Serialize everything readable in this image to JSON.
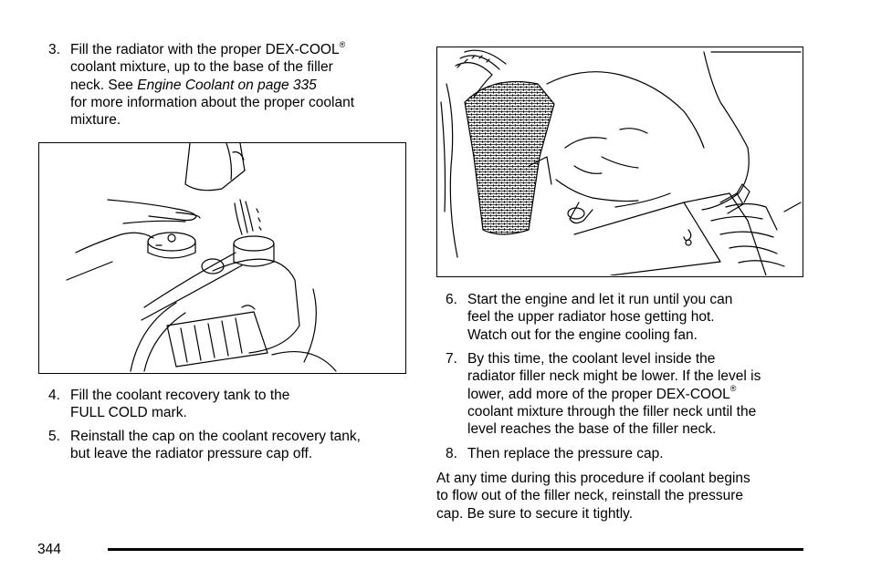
{
  "steps": {
    "s3": {
      "num": "3.",
      "l1": "Fill the radiator with the proper DEX-COOL",
      "reg": "®",
      "l2": "coolant mixture, up to the base of the filler",
      "l3a": "neck. See ",
      "l3b": "Engine Coolant on page 335",
      "l4": "for more information about the proper coolant",
      "l5": "mixture."
    },
    "s4": {
      "num": "4.",
      "l1": "Fill the coolant recovery tank to the",
      "l2": "FULL COLD mark."
    },
    "s5": {
      "num": "5.",
      "l1": "Reinstall the cap on the coolant recovery tank,",
      "l2": "but leave the radiator pressure cap off."
    },
    "s6": {
      "num": "6.",
      "l1": "Start the engine and let it run until you can",
      "l2": "feel the upper radiator hose getting hot.",
      "l3": "Watch out for the engine cooling fan."
    },
    "s7": {
      "num": "7.",
      "l1": "By this time, the coolant level inside the",
      "l2": "radiator filler neck might be lower. If the level is",
      "l3": "lower, add more of the proper DEX-COOL",
      "reg": "®",
      "l4": "coolant mixture through the filler neck until the",
      "l5": "level reaches the base of the filler neck."
    },
    "s8": {
      "num": "8.",
      "l1": "Then replace the pressure cap."
    }
  },
  "closing": {
    "l1": "At any time during this procedure if coolant begins",
    "l2": "to flow out of the filler neck, reinstall the pressure",
    "l3": "cap. Be sure to secure it tightly."
  },
  "footer": {
    "page_number": "344"
  }
}
